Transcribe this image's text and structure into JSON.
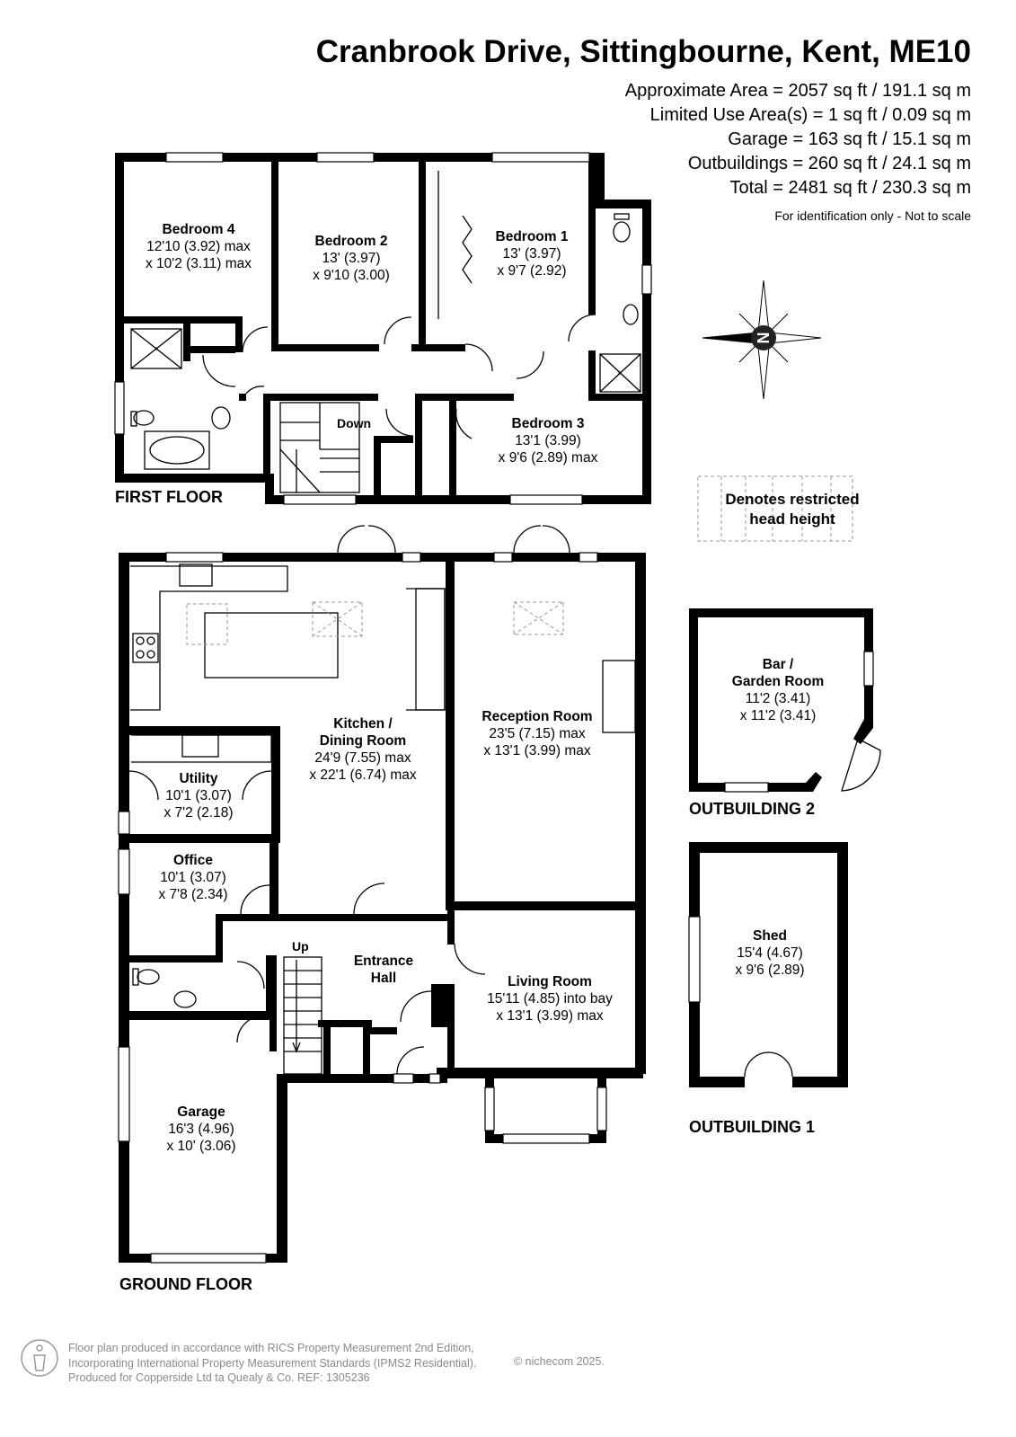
{
  "header": {
    "title": "Cranbrook Drive, Sittingbourne, Kent, ME10",
    "areas": [
      "Approximate Area = 2057 sq ft / 191.1 sq m",
      "Limited Use Area(s) = 1 sq ft / 0.09 sq m",
      "Garage = 163 sq ft / 15.1 sq m",
      "Outbuildings = 260 sq ft / 24.1 sq m",
      "Total = 2481 sq ft / 230.3 sq m"
    ],
    "note": "For identification only - Not to scale"
  },
  "compass": {
    "label": "N"
  },
  "legend": {
    "text_line1": "Denotes restricted",
    "text_line2": "head height"
  },
  "first_floor": {
    "label": "FIRST FLOOR",
    "stairs_label": "Down",
    "rooms": {
      "bedroom4": {
        "name": "Bedroom 4",
        "dim1": "12'10 (3.92) max",
        "dim2": "x 10'2 (3.11) max"
      },
      "bedroom2": {
        "name": "Bedroom 2",
        "dim1": "13' (3.97)",
        "dim2": "x 9'10 (3.00)"
      },
      "bedroom1": {
        "name": "Bedroom 1",
        "dim1": "13' (3.97)",
        "dim2": "x 9'7 (2.92)"
      },
      "bedroom3": {
        "name": "Bedroom 3",
        "dim1": "13'1 (3.99)",
        "dim2": "x 9'6 (2.89) max"
      }
    }
  },
  "ground_floor": {
    "label": "GROUND FLOOR",
    "stairs_label": "Up",
    "rooms": {
      "kitchen": {
        "name1": "Kitchen /",
        "name2": "Dining Room",
        "dim1": "24'9 (7.55) max",
        "dim2": "x 22'1 (6.74) max"
      },
      "reception": {
        "name": "Reception Room",
        "dim1": "23'5 (7.15) max",
        "dim2": "x 13'1 (3.99) max"
      },
      "utility": {
        "name": "Utility",
        "dim1": "10'1 (3.07)",
        "dim2": "x 7'2 (2.18)"
      },
      "office": {
        "name": "Office",
        "dim1": "10'1 (3.07)",
        "dim2": "x 7'8 (2.34)"
      },
      "hall": {
        "name1": "Entrance",
        "name2": "Hall"
      },
      "living": {
        "name": "Living Room",
        "dim1": "15'11 (4.85) into bay",
        "dim2": "x  13'1 (3.99) max"
      },
      "garage": {
        "name": "Garage",
        "dim1": "16'3 (4.96)",
        "dim2": "x 10' (3.06)"
      }
    }
  },
  "outbuilding2": {
    "label": "OUTBUILDING 2",
    "room": {
      "name1": "Bar /",
      "name2": "Garden Room",
      "dim1": "11'2 (3.41)",
      "dim2": "x 11'2 (3.41)"
    }
  },
  "outbuilding1": {
    "label": "OUTBUILDING 1",
    "room": {
      "name": "Shed",
      "dim1": "15'4 (4.67)",
      "dim2": "x 9'6 (2.89)"
    }
  },
  "footer": {
    "line1": "Floor plan produced in accordance with RICS Property Measurement 2nd Edition,",
    "line2": "Incorporating International Property Measurement Standards (IPMS2 Residential).",
    "line3": "Produced for Copperside Ltd ta Quealy & Co.   REF: 1305236",
    "copyright": "© nichecom 2025."
  }
}
